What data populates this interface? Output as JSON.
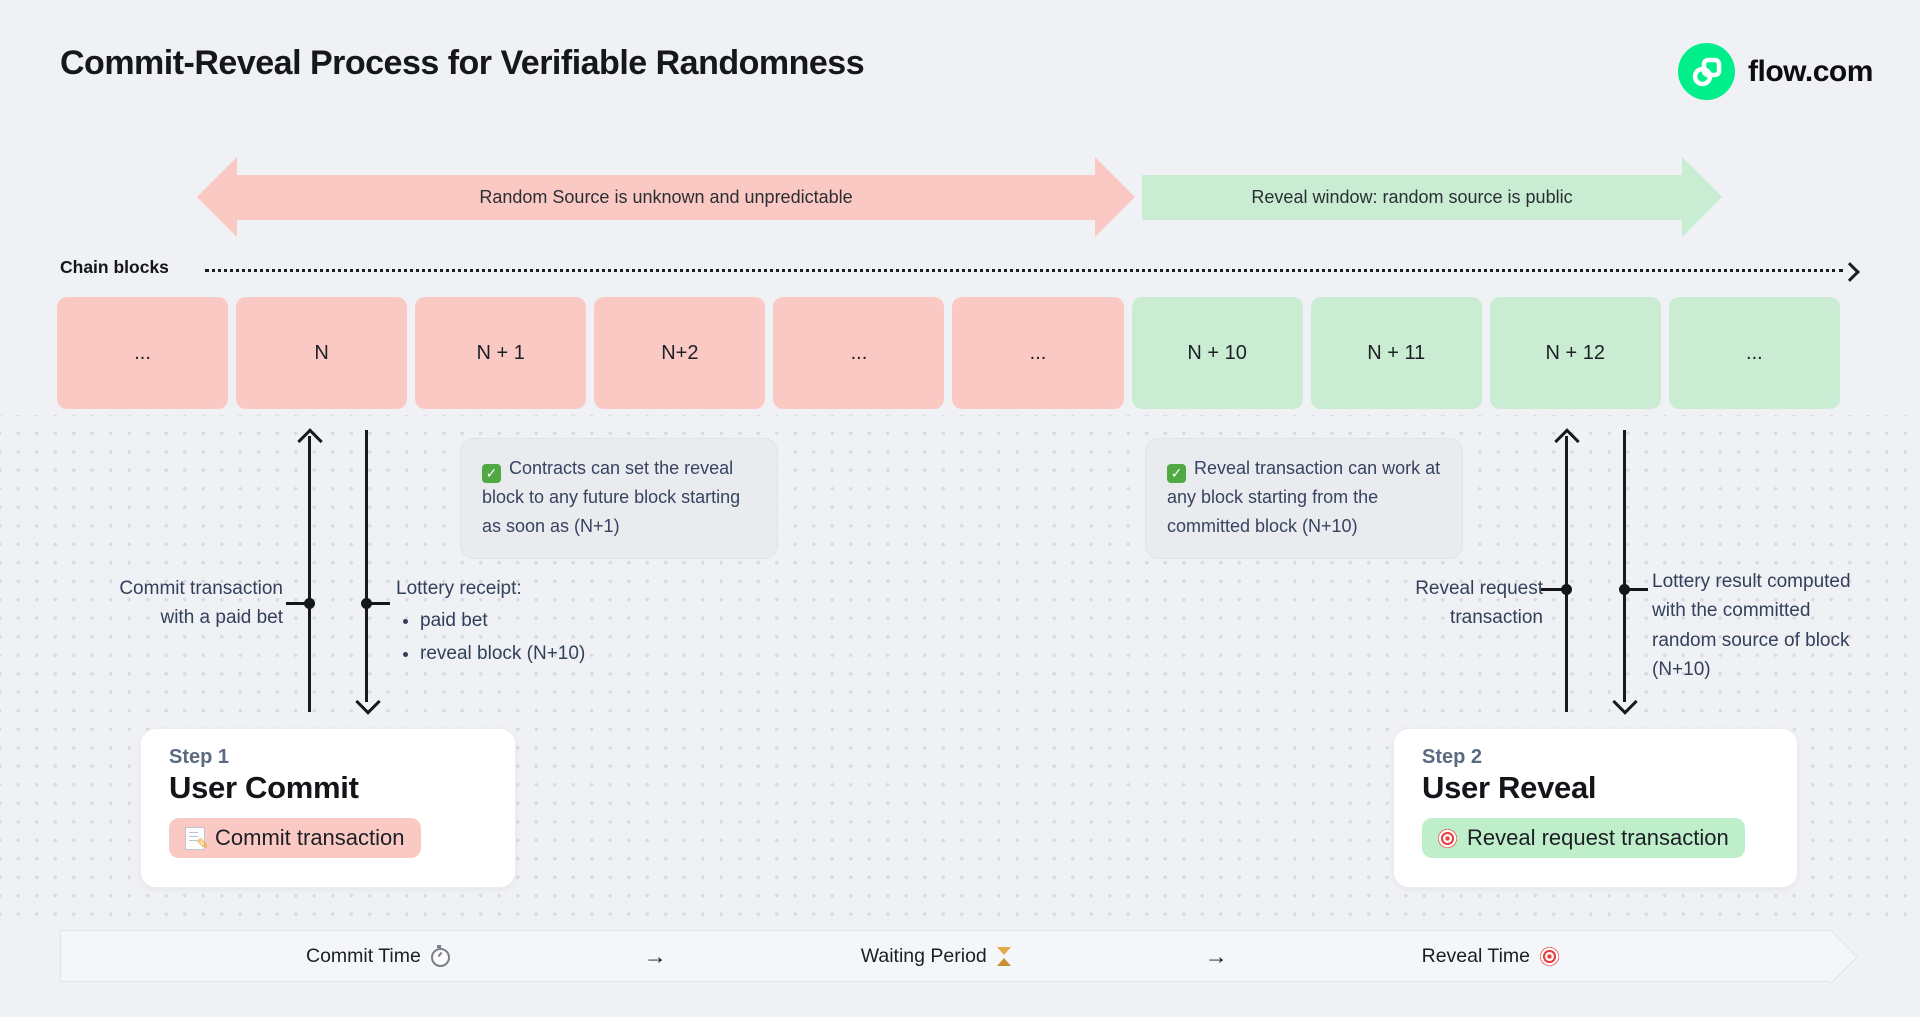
{
  "title": "Commit-Reveal Process for Verifiable Randomness",
  "brand": {
    "name": "flow.com",
    "logo_color": "#00ef8b"
  },
  "colors": {
    "background": "#f0f1f5",
    "commit_pink": "#fbc9c3",
    "reveal_green": "#c9ecd2",
    "badge_green": "#bfeeca",
    "note_gray": "#e9ebef",
    "ink": "#17191f",
    "slate_text": "#33405a"
  },
  "phase_arrows": {
    "commit": "Random Source is unknown and unpredictable",
    "reveal": "Reveal window: random source is public"
  },
  "chain": {
    "label": "Chain blocks",
    "blocks": [
      {
        "label": "...",
        "phase": "commit"
      },
      {
        "label": "N",
        "phase": "commit"
      },
      {
        "label": "N + 1",
        "phase": "commit"
      },
      {
        "label": "N+2",
        "phase": "commit"
      },
      {
        "label": "...",
        "phase": "commit"
      },
      {
        "label": "...",
        "phase": "commit"
      },
      {
        "label": "N + 10",
        "phase": "reveal"
      },
      {
        "label": "N + 11",
        "phase": "reveal"
      },
      {
        "label": "N + 12",
        "phase": "reveal"
      },
      {
        "label": "...",
        "phase": "reveal"
      }
    ]
  },
  "notes": {
    "commit": "Contracts can set the reveal block to any future block starting as soon as (N+1)",
    "reveal": "Reveal transaction can work at any block starting from the committed block (N+10)"
  },
  "annotations": {
    "commit_tx": "Commit transaction with a paid bet",
    "lottery_receipt": {
      "title": "Lottery receipt:",
      "bullets": [
        "paid bet",
        "reveal block (N+10)"
      ]
    },
    "reveal_tx": "Reveal request transaction",
    "lottery_result": "Lottery result computed with the committed random source of block (N+10)"
  },
  "steps": [
    {
      "eyebrow": "Step 1",
      "title": "User Commit",
      "badge": "Commit transaction",
      "icon": "memo-icon",
      "phase": "commit"
    },
    {
      "eyebrow": "Step 2",
      "title": "User Reveal",
      "badge": "Reveal request transaction",
      "icon": "target-icon",
      "phase": "reveal"
    }
  ],
  "timeline": [
    {
      "type": "phase",
      "label": "Commit Time",
      "icon": "stopwatch-icon"
    },
    {
      "type": "arrow",
      "label": "→"
    },
    {
      "type": "phase",
      "label": "Waiting Period",
      "icon": "hourglass-icon"
    },
    {
      "type": "arrow",
      "label": "→"
    },
    {
      "type": "phase",
      "label": "Reveal Time",
      "icon": "target-icon"
    }
  ]
}
